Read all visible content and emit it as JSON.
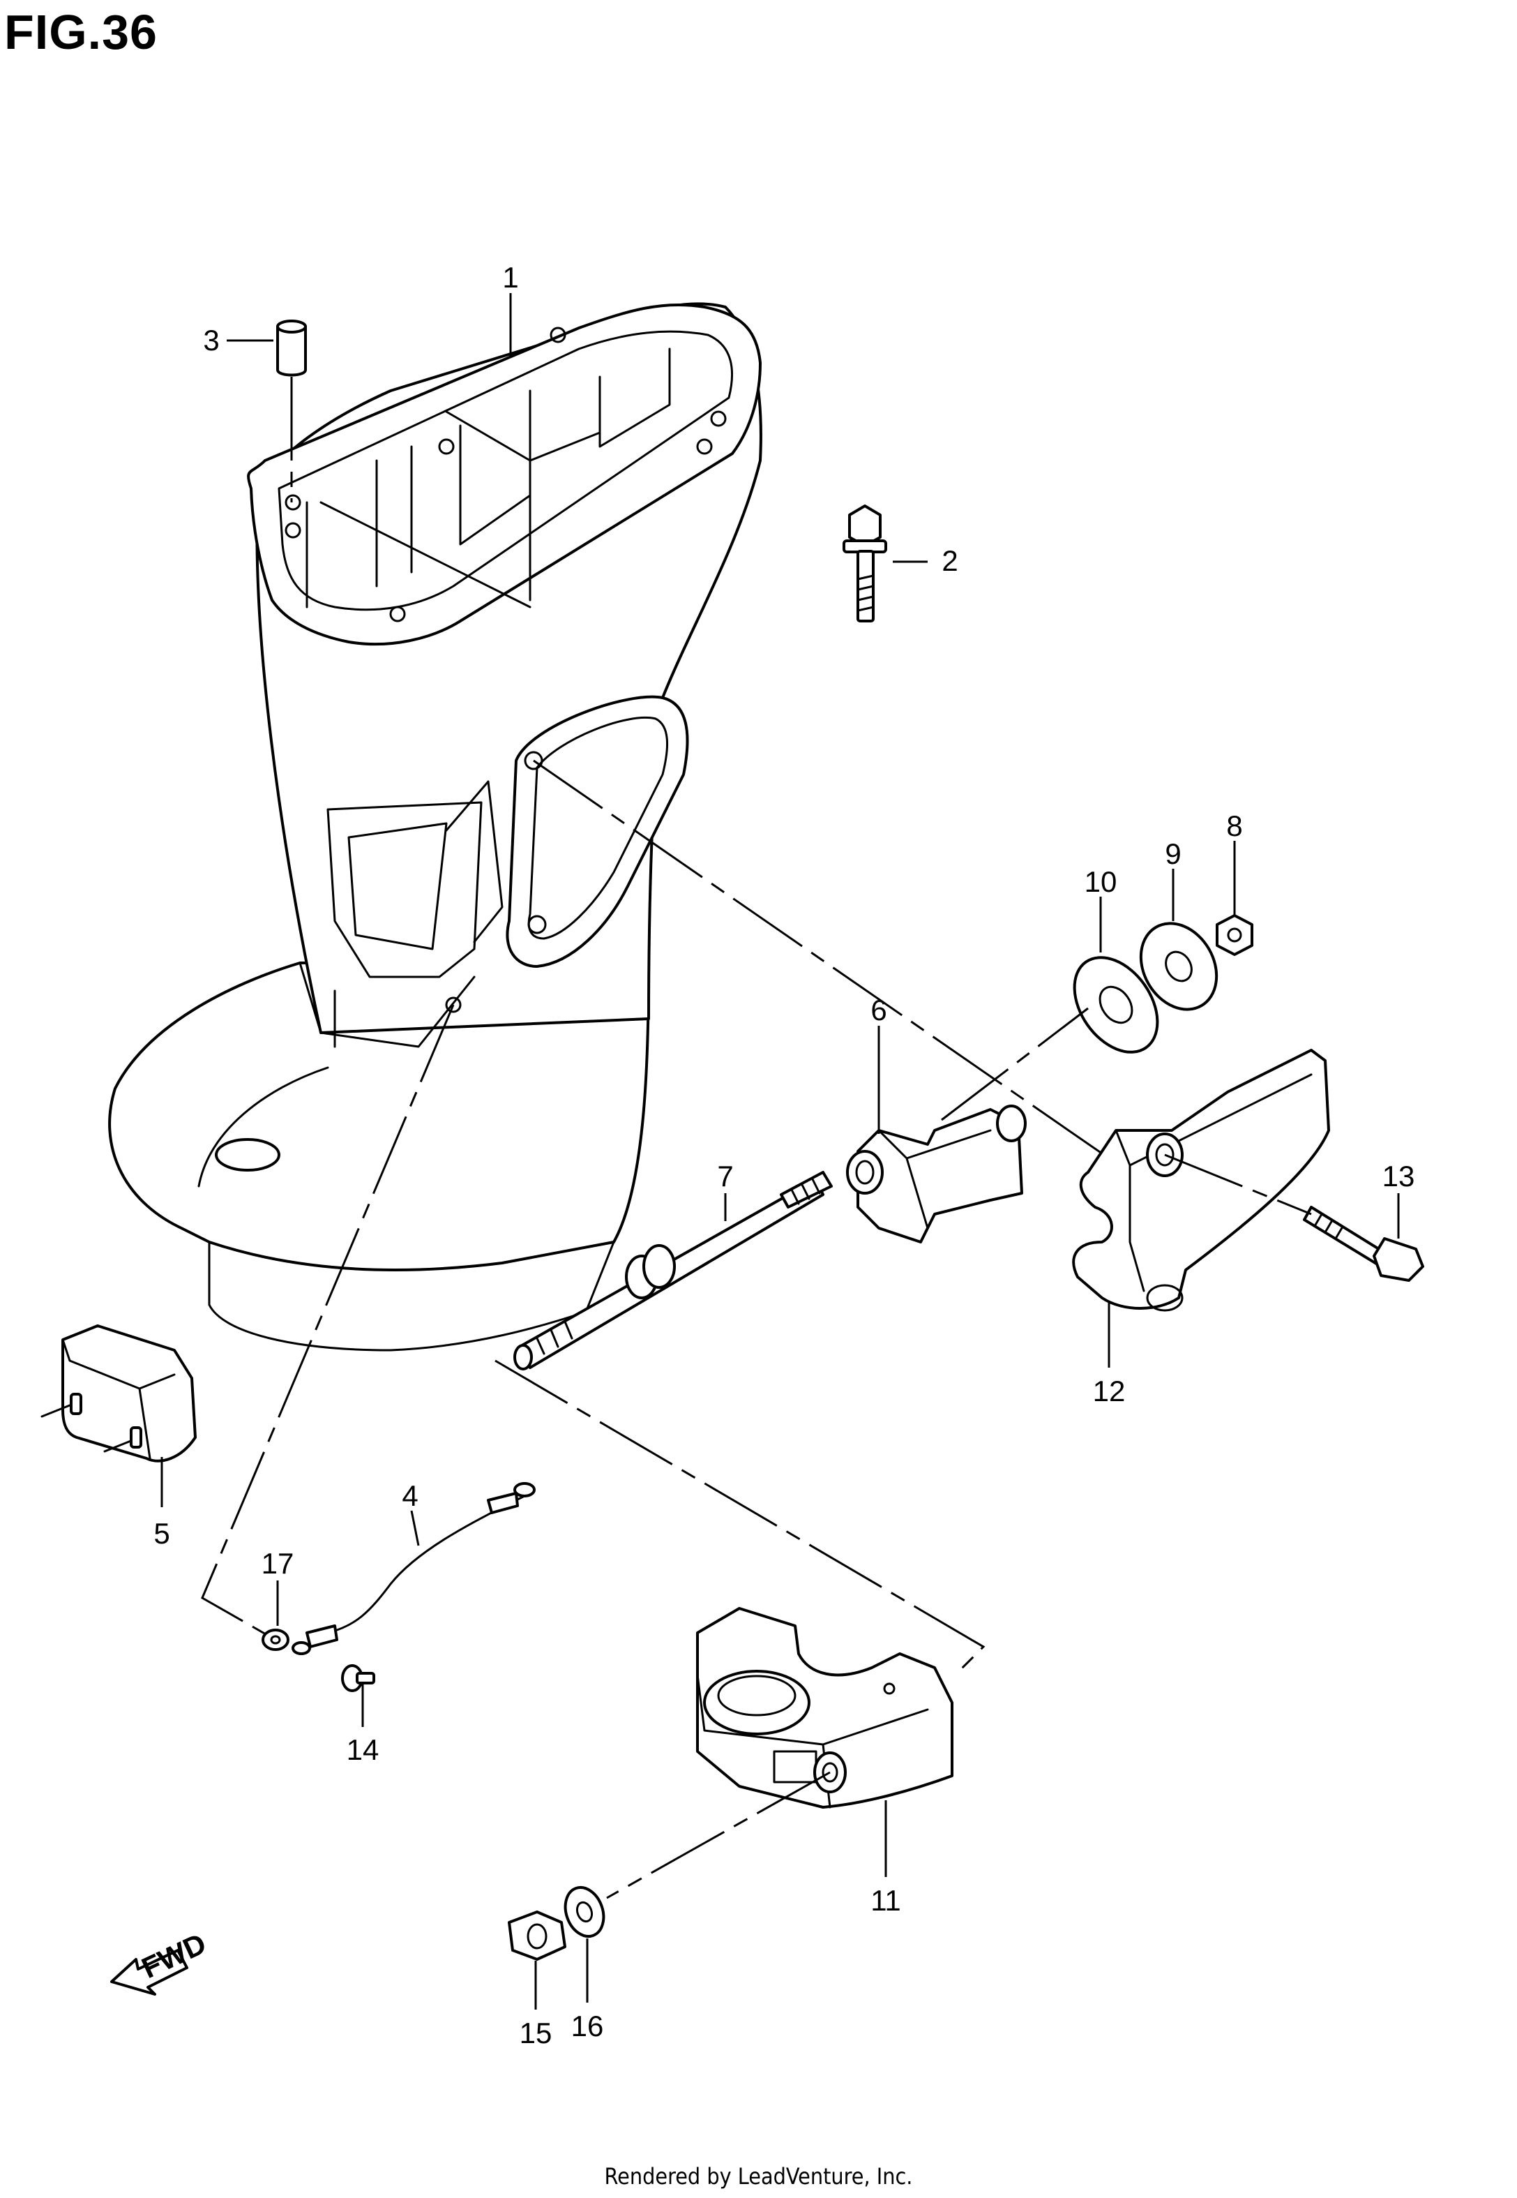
{
  "title": "FIG.36",
  "footer": "Rendered by LeadVenture, Inc.",
  "callouts": [
    "1",
    "2",
    "3",
    "4",
    "5",
    "6",
    "7",
    "8",
    "9",
    "10",
    "11",
    "12",
    "13",
    "14",
    "15",
    "16",
    "17"
  ],
  "fwd_label": "FWD"
}
